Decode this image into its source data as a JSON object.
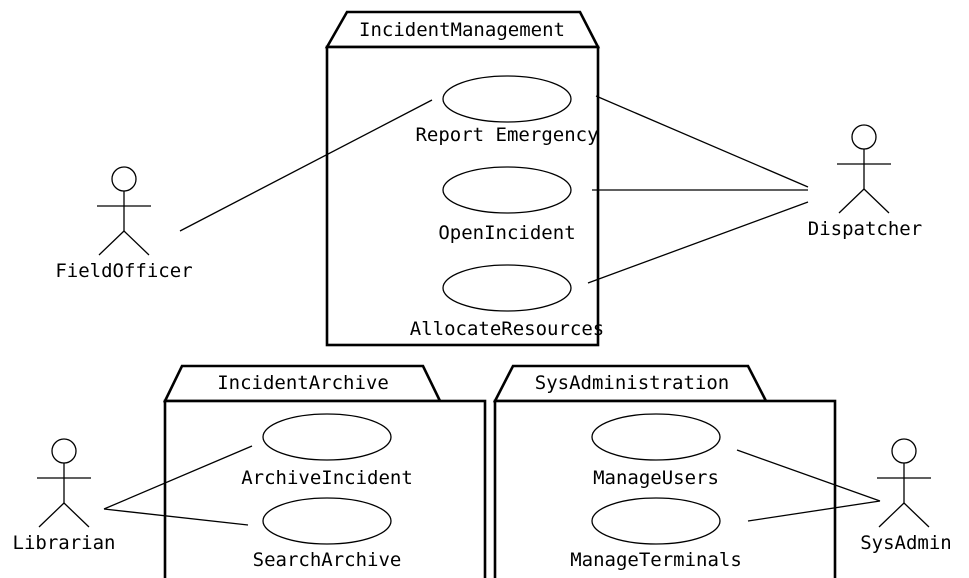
{
  "packages": [
    {
      "id": "incident-management",
      "name": "IncidentManagement"
    },
    {
      "id": "incident-archive",
      "name": "IncidentArchive"
    },
    {
      "id": "sys-administration",
      "name": "SysAdministration"
    }
  ],
  "use_cases": [
    {
      "id": "report-emergency",
      "label": "Report Emergency",
      "package": "incident-management"
    },
    {
      "id": "open-incident",
      "label": "OpenIncident",
      "package": "incident-management"
    },
    {
      "id": "allocate-resources",
      "label": "AllocateResources",
      "package": "incident-management"
    },
    {
      "id": "archive-incident",
      "label": "ArchiveIncident",
      "package": "incident-archive"
    },
    {
      "id": "search-archive",
      "label": "SearchArchive",
      "package": "incident-archive"
    },
    {
      "id": "manage-users",
      "label": "ManageUsers",
      "package": "sys-administration"
    },
    {
      "id": "manage-terminals",
      "label": "ManageTerminals",
      "package": "sys-administration"
    }
  ],
  "actors": [
    {
      "id": "field-officer",
      "name": "FieldOfficer"
    },
    {
      "id": "dispatcher",
      "name": "Dispatcher"
    },
    {
      "id": "librarian",
      "name": "Librarian"
    },
    {
      "id": "sys-admin",
      "name": "SysAdmin"
    }
  ],
  "associations": [
    {
      "from": "field-officer",
      "to": "report-emergency"
    },
    {
      "from": "dispatcher",
      "to": "report-emergency"
    },
    {
      "from": "dispatcher",
      "to": "open-incident"
    },
    {
      "from": "dispatcher",
      "to": "allocate-resources"
    },
    {
      "from": "librarian",
      "to": "archive-incident"
    },
    {
      "from": "librarian",
      "to": "search-archive"
    },
    {
      "from": "sys-admin",
      "to": "manage-users"
    },
    {
      "from": "sys-admin",
      "to": "manage-terminals"
    }
  ]
}
